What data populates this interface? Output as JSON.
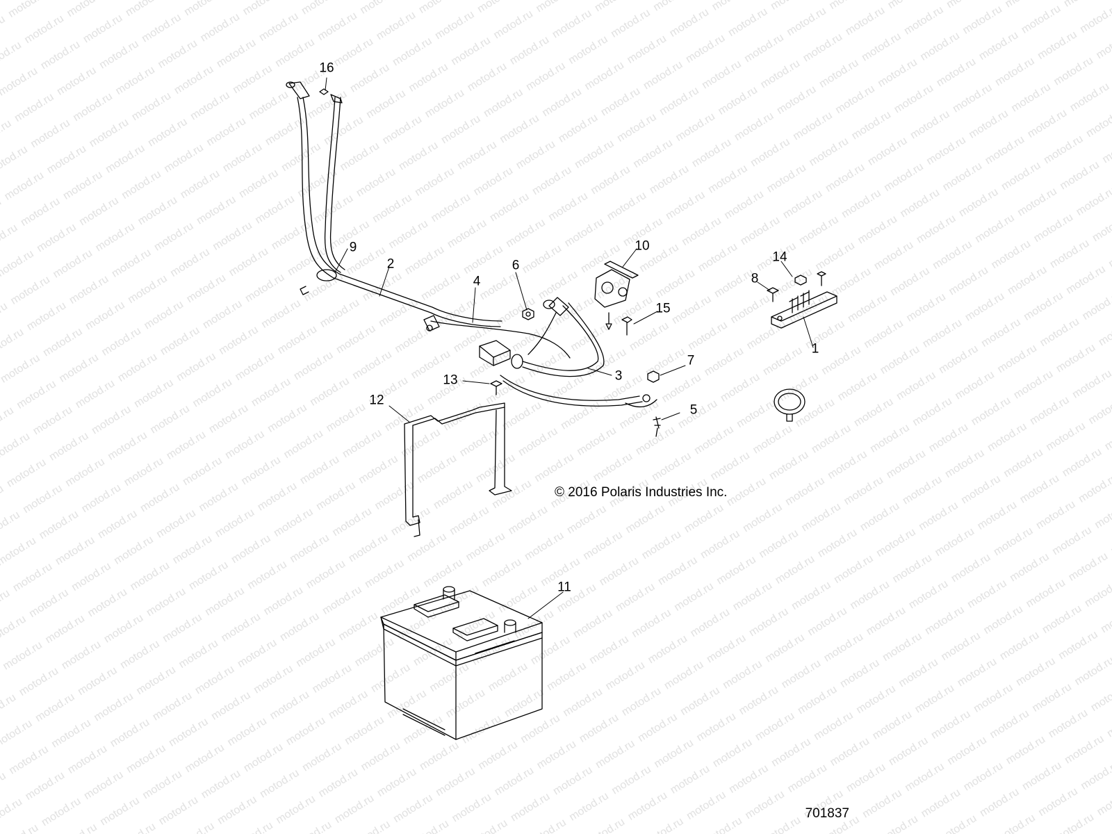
{
  "watermark_text": "motod.ru",
  "copyright": "© 2016 Polaris Industries Inc.",
  "drawing_number": "701837",
  "callouts": [
    {
      "id": "1",
      "label": "1"
    },
    {
      "id": "2",
      "label": "2"
    },
    {
      "id": "3",
      "label": "3"
    },
    {
      "id": "4",
      "label": "4"
    },
    {
      "id": "5",
      "label": "5"
    },
    {
      "id": "6",
      "label": "6"
    },
    {
      "id": "7",
      "label": "7"
    },
    {
      "id": "8",
      "label": "8"
    },
    {
      "id": "9",
      "label": "9"
    },
    {
      "id": "10",
      "label": "10"
    },
    {
      "id": "11",
      "label": "11"
    },
    {
      "id": "12",
      "label": "12"
    },
    {
      "id": "13",
      "label": "13"
    },
    {
      "id": "14",
      "label": "14"
    },
    {
      "id": "15",
      "label": "15"
    },
    {
      "id": "16",
      "label": "16"
    }
  ]
}
